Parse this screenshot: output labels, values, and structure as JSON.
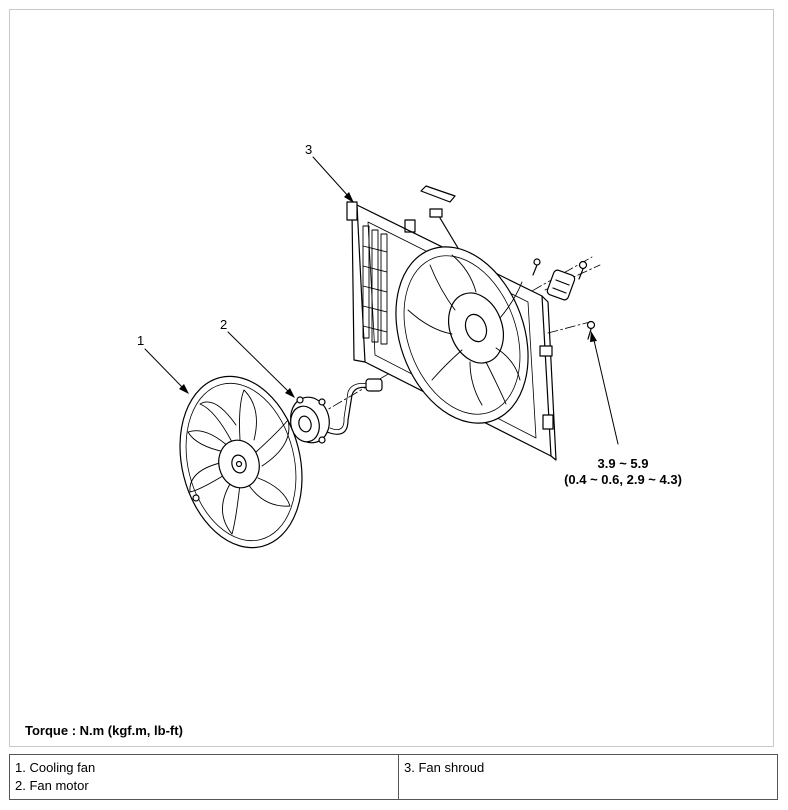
{
  "callouts": {
    "c1": "1",
    "c2": "2",
    "c3": "3"
  },
  "torque_spec": {
    "line1": "3.9 ~ 5.9",
    "line2": "(0.4 ~ 0.6, 2.9 ~ 4.3)"
  },
  "torque_note": "Torque : N.m (kgf.m, lb-ft)",
  "legend": {
    "col1": [
      "1. Cooling fan",
      "2. Fan motor"
    ],
    "col2": [
      "3. Fan shroud"
    ]
  }
}
